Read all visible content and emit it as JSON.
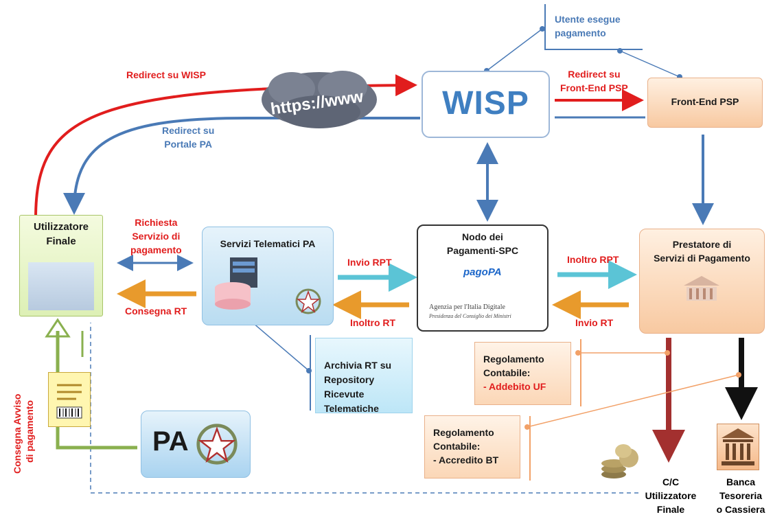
{
  "labels": {
    "redirect_wisp": "Redirect su WISP",
    "redirect_portale": "Redirect  su\nPortale PA",
    "utente_esegue": "Utente esegue\npagamento",
    "redirect_frontend": "Redirect su\nFront-End PSP",
    "richiesta": "Richiesta\nServizio di\npagamento",
    "consegna_rt": "Consegna RT",
    "invio_rpt": "Invio RPT",
    "inoltro_rt": "Inoltro RT",
    "inoltro_rpt": "Inoltro RPT",
    "invio_rt": "Invio RT",
    "consegna_avviso": "Consegna Avviso\ndi pagamento"
  },
  "cloud": {
    "text": "https://www"
  },
  "boxes": {
    "user": {
      "title": "Utilizzatore\nFinale"
    },
    "servizi": {
      "title": "Servizi Telematici PA"
    },
    "nodo": {
      "title": "Nodo dei\nPagamenti-SPC",
      "logo": "pagoPA",
      "agid": "Agenzia per l'Italia Digitale",
      "agid_sub": "Presidenza del Consiglio dei Ministri"
    },
    "prestatore": {
      "title": "Prestatore  di\nServizi di Pagamento"
    },
    "wisp": {
      "title": "WISP"
    },
    "frontend": {
      "title": "Front-End PSP"
    },
    "pa": {
      "title": "PA"
    },
    "archivia": {
      "text": "Archivia RT su\nRepository\nRicevute\nTelematiche"
    },
    "reg_uf": {
      "title": "Regolamento\nContabile:",
      "detail": "- Addebito UF"
    },
    "reg_bt": {
      "title": "Regolamento\nContabile:",
      "detail": "- Accredito BT"
    }
  },
  "bottom": {
    "cc": "C/C\nUtilizzatore\nFinale",
    "banca": "Banca\nTesoreria\no Cassiera"
  },
  "colors": {
    "red_arrow": "#e11d1d",
    "blue_arrow": "#4a7ab6",
    "cyan_arrow": "#5bc4d6",
    "orange_arrow": "#e89a2c",
    "green_arrow": "#8ab04f"
  }
}
